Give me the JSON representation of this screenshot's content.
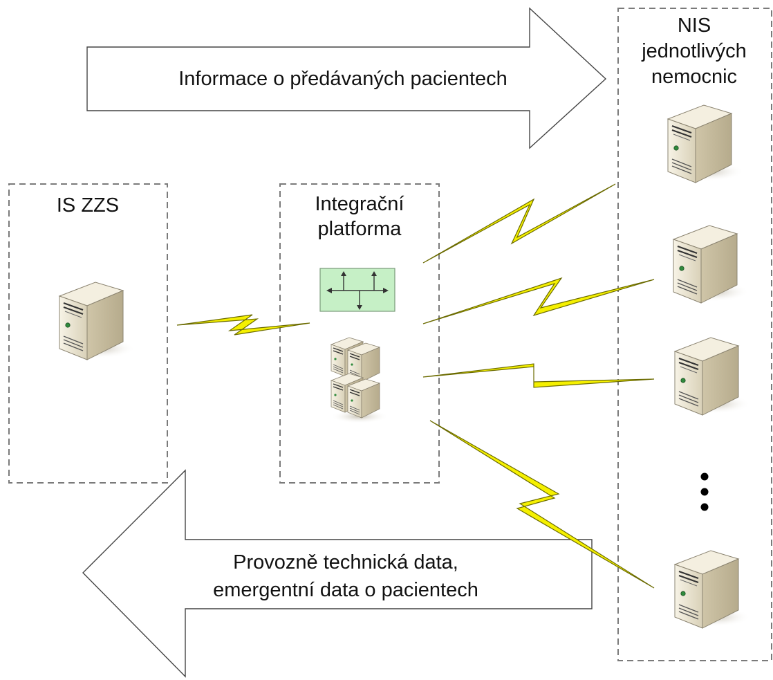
{
  "arrows": {
    "top_label": "Informace o předávaných pacientech",
    "bottom_label_line1": "Provozně technická data,",
    "bottom_label_line2": "emergentní data o pacientech"
  },
  "boxes": {
    "is_zzs": {
      "title": "IS ZZS"
    },
    "integration": {
      "title_line1": "Integrační",
      "title_line2": "platforma"
    },
    "nis": {
      "title_line1": "NIS",
      "title_line2": "jednotlivých",
      "title_line3": "nemocnic"
    }
  },
  "icons": {
    "server": "server-tower-icon",
    "server_cluster": "server-cluster-icon",
    "bus": "integration-bus-icon",
    "link": "lightning-link-icon"
  },
  "colors": {
    "lightning": "#f5f000",
    "bus_fill": "#c6f0c6",
    "server_body": "#efe9d6"
  }
}
